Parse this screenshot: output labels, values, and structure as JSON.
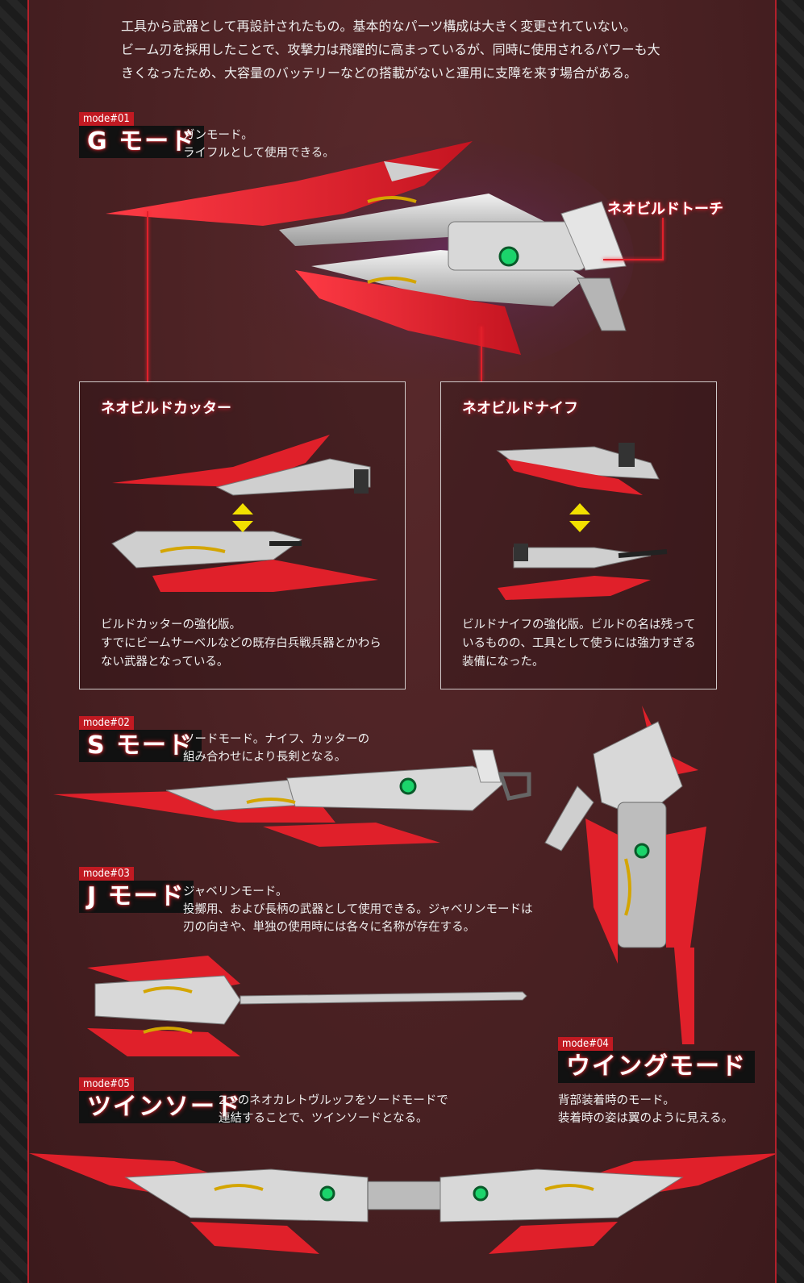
{
  "intro": {
    "lines": [
      "工具から武器として再設計されたもの。基本的なパーツ構成は大きく変更されていない。",
      "ビーム刃を採用したことで、攻撃力は飛躍的に高まっているが、同時に使用されるパワーも大",
      "きくなったため、大容量のバッテリーなどの搭載がないと運用に支障を来す場合がある。"
    ]
  },
  "modes": {
    "g": {
      "num": "mode#01",
      "name": "G モード",
      "desc": [
        "ガンモード。",
        "ライフルとして使用できる。"
      ]
    },
    "s": {
      "num": "mode#02",
      "name": "S モード",
      "desc": [
        "ソードモード。ナイフ、カッターの",
        "組み合わせにより長剣となる。"
      ]
    },
    "j": {
      "num": "mode#03",
      "name": "J モード",
      "desc": [
        "ジャベリンモード。",
        "投擲用、および長柄の武器として使用できる。ジャベリンモードは",
        "刃の向きや、単独の使用時には各々に名称が存在する。"
      ]
    },
    "w": {
      "num": "mode#04",
      "name": "ウイングモード",
      "desc": [
        "背部装着時のモード。",
        "装着時の姿は翼のように見える。"
      ]
    },
    "t": {
      "num": "mode#05",
      "name": "ツインソード",
      "desc": [
        "2つのネオカレトヴルッフをソードモードで",
        "連結することで、ツインソードとなる。"
      ]
    }
  },
  "callouts": {
    "torch": "ネオビルドトーチ"
  },
  "boxes": {
    "cutter": {
      "title": "ネオビルドカッター",
      "desc": [
        "ビルドカッターの強化版。",
        "すでにビームサーベルなどの既存白兵戦兵器とかわら",
        "ない武器となっている。"
      ]
    },
    "knife": {
      "title": "ネオビルドナイフ",
      "desc": [
        "ビルドナイフの強化版。ビルドの名は残って",
        "いるものの、工具として使うには強力すぎる",
        "装備になった。"
      ]
    }
  },
  "colors": {
    "accent_red": "#c11a22",
    "panel_bg": "#4a2123",
    "blade_red": "#e0202a",
    "arrow_yellow": "#f2e000"
  }
}
